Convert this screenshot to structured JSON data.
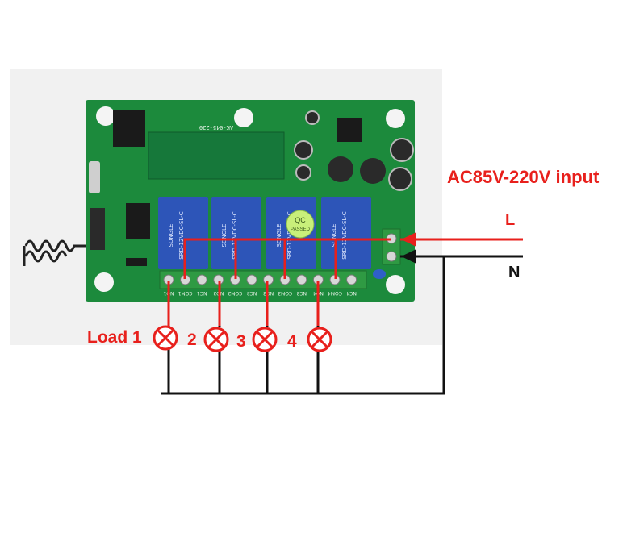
{
  "labels": {
    "input": "AC85V-220V input",
    "L": "L",
    "N": "N",
    "load1": "Load 1",
    "load2": "2",
    "load3": "3",
    "load4": "4"
  },
  "board": {
    "model": "AK-045-220",
    "relay_brand": "SONGLE",
    "relay_model": "SRD-12VDC-SL-C",
    "badge_lines": [
      "QC",
      "PASSED"
    ],
    "terminal_labels": [
      "NO1",
      "COM1",
      "NC1",
      "NO2",
      "COM2",
      "NC2",
      "NO3",
      "COM3",
      "NC3",
      "NO4",
      "COM4",
      "NC4"
    ]
  },
  "colors": {
    "pcb": "#1c8a3c",
    "relay": "#2d55b8",
    "terminal": "#2f9a43",
    "label_red": "#e8201c",
    "wire_black": "#111111",
    "wire_red": "#e8201c"
  }
}
